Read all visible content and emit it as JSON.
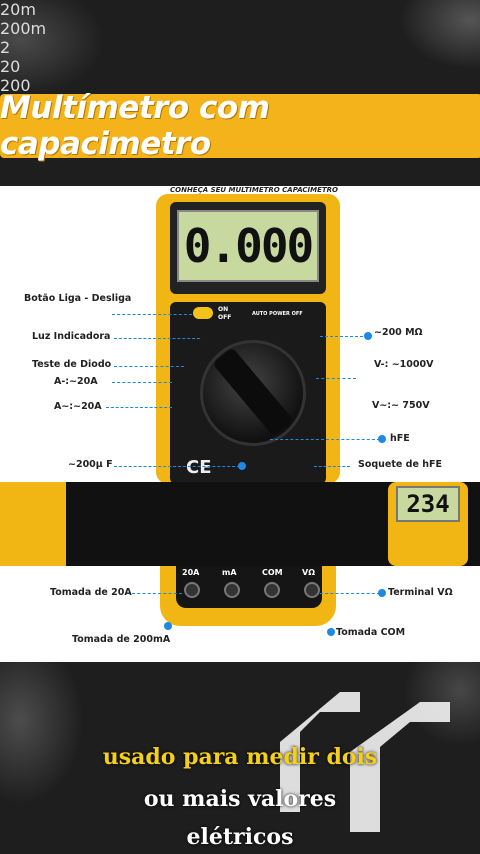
{
  "banner": {
    "title": "Multímetro com capacimetro"
  },
  "figure": {
    "header": "CONHEÇA SEU MULTÍMETRO CAPACÍMETRO",
    "display_value": "0.000",
    "display_value_2": "234",
    "power_on": "ON",
    "power_off": "OFF",
    "auto_power_off": "AUTO POWER OFF",
    "ce": "CE",
    "jacks": [
      "20A",
      "mA",
      "COM",
      "VΩ"
    ],
    "left_ranges": [
      "20m",
      "200m",
      "2",
      "20",
      "200"
    ]
  },
  "labels": {
    "on_off": "Botão Liga - Desliga",
    "indicator": "Luz Indicadora",
    "diode": "Teste de Diodo",
    "a_dc": "A-:~20A",
    "a_ac": "A~:~20A",
    "cap": "~200µ F",
    "ohm": "~200 MΩ",
    "v_dc": "V-: ~1000V",
    "v_ac": "V~:~ 750V",
    "hfe": "hFE",
    "hfe_socket": "Soquete de hFE",
    "jack_20a": "Tomada de 20A",
    "jack_ma": "Tomada de 200mA",
    "jack_vo": "Terminal VΩ",
    "jack_com": "Tomada COM"
  },
  "caption": {
    "line1": "usado para medir dois",
    "line2": "ou mais valores",
    "line3": "elétricos"
  },
  "colors": {
    "accent": "#f4b21b",
    "pointer": "#1e88e5",
    "caption_highlight": "#f4d01b"
  }
}
